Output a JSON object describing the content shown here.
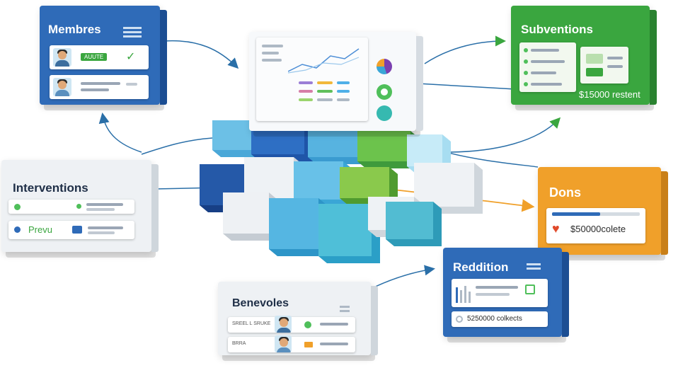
{
  "cards": {
    "membres": {
      "title": "Membres",
      "badge": "AUUTE"
    },
    "interventions": {
      "title": "Interventions",
      "status": "Prevu"
    },
    "benevoles": {
      "title": "Benevoles",
      "row1": "SREEL L SRUKE",
      "row2": "BRRA"
    },
    "subventions": {
      "title": "Subventions",
      "amount": "$15000 restent"
    },
    "dons": {
      "title": "Dons",
      "amount": "$50000colete"
    },
    "reddition": {
      "title": "Reddition",
      "amount": "5250000 colkects"
    }
  },
  "colors": {
    "blue_card": "#2f6bb8",
    "green_card": "#3aa63f",
    "orange_card": "#f0a02a",
    "light_card": "#eef1f4",
    "arrow": "#2a6fa8",
    "arrow_orange": "#f0a02a"
  }
}
